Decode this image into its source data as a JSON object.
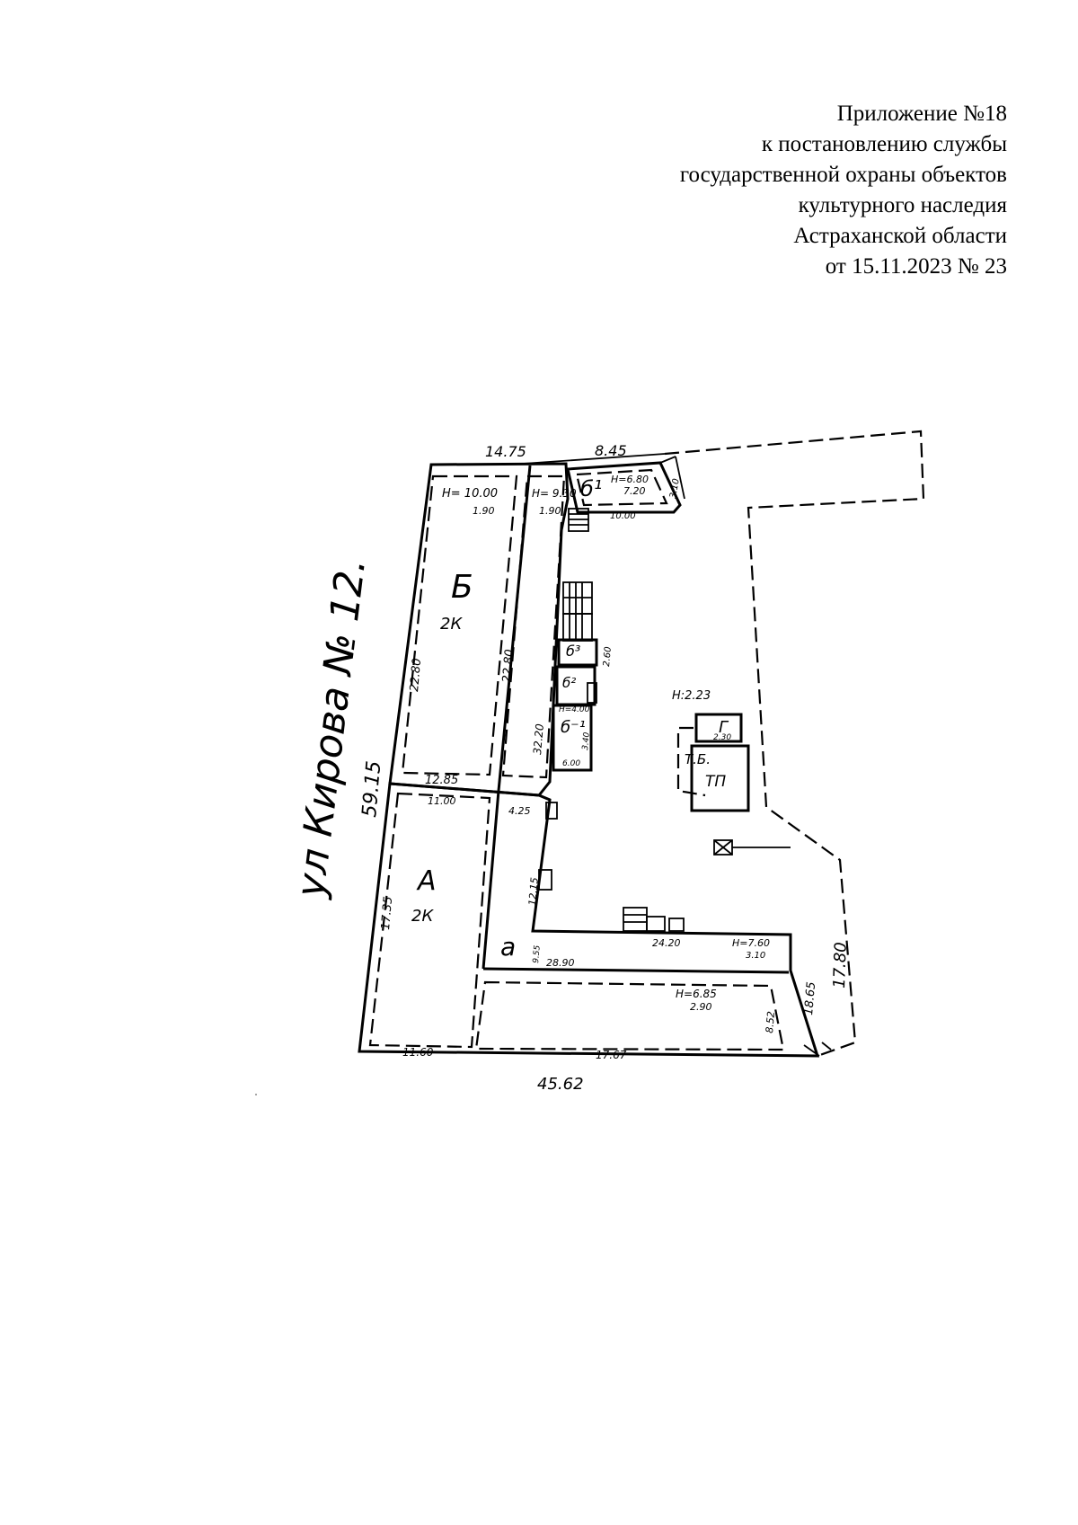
{
  "header": {
    "line1": "Приложение №18",
    "line2": "к постановлению службы",
    "line3": "государственной охраны объектов",
    "line4": "культурного наследия",
    "line5": "Астраханской области",
    "line6": "от 15.11.2023 № 23"
  },
  "plan": {
    "street": "ул Кирова № 12.",
    "lot_north_a": "14.75",
    "lot_north_b": "8.45",
    "lot_west": "59.15",
    "lot_south": "45.62",
    "lot_east": "17.80",
    "east_inner": "18.65",
    "lit_b_big": "Б",
    "lit_b_floors": "2К",
    "lit_a_big": "А",
    "lit_a_floors": "2К",
    "lit_a_small": "а",
    "lit_b1": "б¹",
    "lit_b3": "б³",
    "lit_b2": "б²",
    "lit_b_dash1": "б⁻¹",
    "lit_g": "Г",
    "lit_tb": "Т.Б.",
    "lit_tp": "ТП",
    "h_b1": "Н= 10.00",
    "h_b1_sub": "1.90",
    "h_b2": "Н= 9.30",
    "h_b2_sub": "1.90",
    "h_b1small": "Н=6.80",
    "h_b1small_sub": "7.20",
    "h_courtyard": "Н:2.23",
    "h_a_wing": "Н=6.85",
    "h_a_wing_sub": "2.90",
    "h_a_corner": "Н=7.60",
    "h_a_corner_sub": "3.10",
    "h_b2_mid": "Н=4.00",
    "dim_b_west": "22.80",
    "dim_b_east": "22.80",
    "dim_b_courtyard": "32.20",
    "dim_b_south": "12.85",
    "dim_a_top": "11.00",
    "dim_a_west": "17.35",
    "dim_a_bottom": "11.60",
    "dim_a_step": "4.25",
    "dim_a_courtyard": "12.15",
    "dim_a_small": "9.55",
    "dim_a_courtyard_s": "24.20",
    "dim_a_wing_top": "28.90",
    "dim_a_wing_bottom": "17.67",
    "dim_a_wing_east": "8.52",
    "dim_b1_south": "10.00",
    "dim_b1_east": "3.10",
    "dim_b3": "2.60",
    "dim_b_dash1_s": "6.00",
    "dim_b_dash1_e": "3.40",
    "dim_g": "2.30"
  }
}
